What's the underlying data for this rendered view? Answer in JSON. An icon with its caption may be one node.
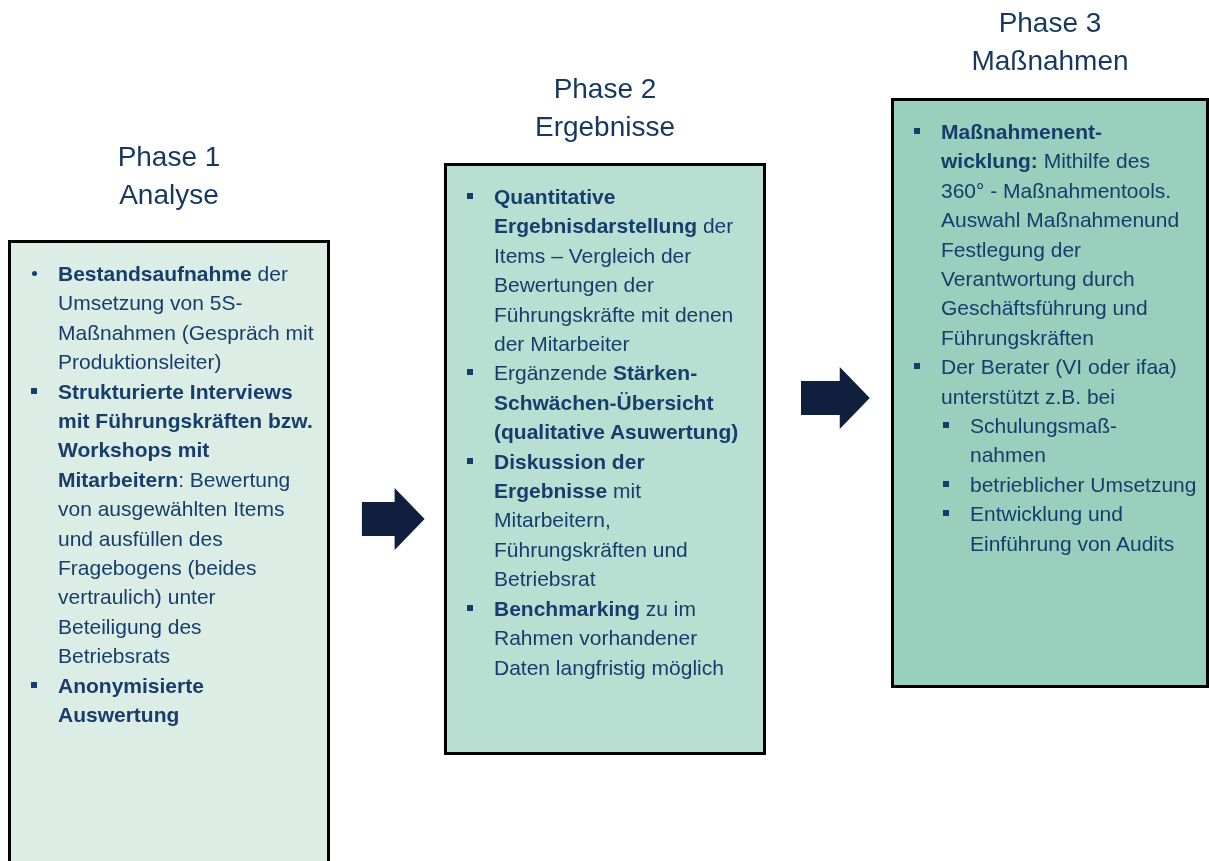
{
  "diagram": {
    "nodes": [
      {
        "text": [
          "Phase 1 Analyse",
          "**Bestandsaufnahme** der Umsetzung von 5S-Maßnahmen (Gespräch mit Produktionsleiter)",
          "**Strukturierte Interviews mit Führungskräften bzw. Workshops mit Mitarbeitern**: Bewertung von ausgewählten Items und ausfüllen des Fragebogens (beides vertraulich) unter Beteiligung des Betriebsrats",
          "**Anonymisierte Auswertung**"
        ]
      },
      {
        "text": [
          "Phase 2 Ergebnisse",
          "**Quantitative Ergebnisdarstellung** der Items – Vergleich der Bewertungen der Führungskräfte mit denen der Mitarbeiter",
          "Ergänzende **Stärken-Schwächen-Übersicht (qualitative Asuwertung)**",
          "**Diskussion der Ergebnisse** mit Mitarbeitern, Führungskräften und Betriebsrat",
          "**Benchmarking**  zu im Rahmen vorhandener Daten langfristig möglich"
        ]
      },
      {
        "text": [
          "Phase 3 Maßnahmen",
          "**Maßnahmenent- wicklung:** Mithilfe des 360° - Maßnahmentools. Auswahl Maßnahmenund Festlegung der Verantwortung durch Geschäftsführung und Führungskräften",
          "Der Berater (VI oder ifaa) unterstützt z.B. bei",
          "Schulungsmaß- nahmen",
          "betrieblicher Umsetzung",
          "Entwicklung und Einführung von Audits"
        ]
      }
    ],
    "edges": [
      {
        "from": 0,
        "to": 1,
        "arrow": "to"
      },
      {
        "from": 1,
        "to": 2,
        "arrow": "to"
      }
    ]
  }
}
